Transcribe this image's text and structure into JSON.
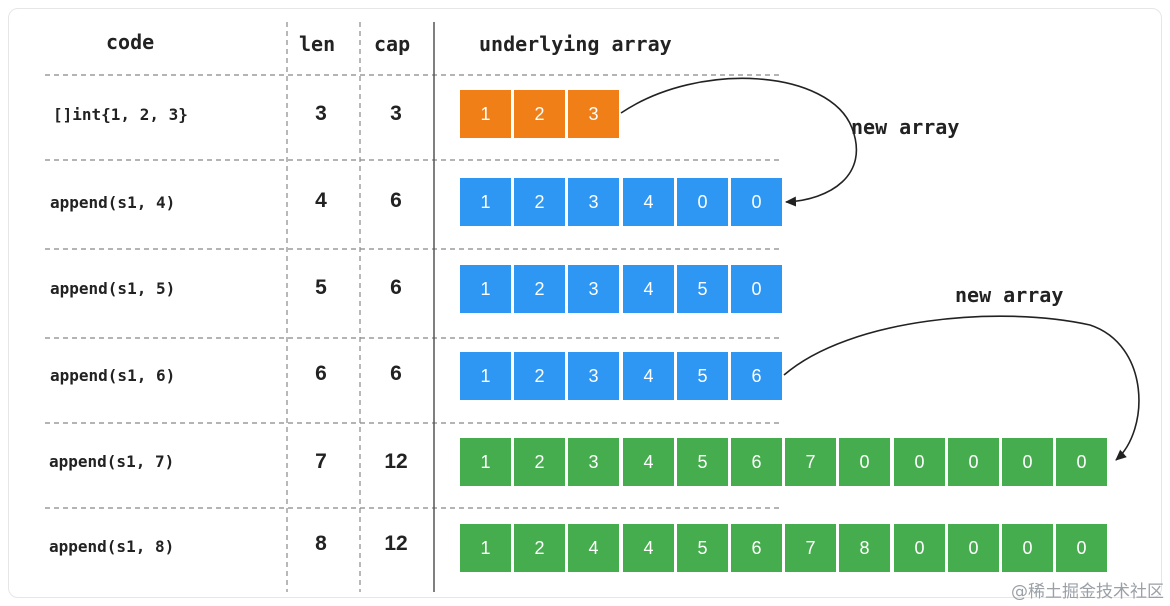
{
  "headers": {
    "code": "code",
    "len": "len",
    "cap": "cap",
    "array": "underlying array"
  },
  "rows": [
    {
      "code": "[]int{1, 2, 3}",
      "len": "3",
      "cap": "3",
      "color": "#f07f17",
      "cells": [
        "1",
        "2",
        "3"
      ]
    },
    {
      "code": "append(s1, 4)",
      "len": "4",
      "cap": "6",
      "color": "#2e97f3",
      "cells": [
        "1",
        "2",
        "3",
        "4",
        "0",
        "0"
      ]
    },
    {
      "code": "append(s1, 5)",
      "len": "5",
      "cap": "6",
      "color": "#2e97f3",
      "cells": [
        "1",
        "2",
        "3",
        "4",
        "5",
        "0"
      ]
    },
    {
      "code": "append(s1, 6)",
      "len": "6",
      "cap": "6",
      "color": "#2e97f3",
      "cells": [
        "1",
        "2",
        "3",
        "4",
        "5",
        "6"
      ]
    },
    {
      "code": "append(s1, 7)",
      "len": "7",
      "cap": "12",
      "color": "#46ad4e",
      "cells": [
        "1",
        "2",
        "3",
        "4",
        "5",
        "6",
        "7",
        "0",
        "0",
        "0",
        "0",
        "0"
      ]
    },
    {
      "code": "append(s1, 8)",
      "len": "8",
      "cap": "12",
      "color": "#46ad4e",
      "cells": [
        "1",
        "2",
        "4",
        "4",
        "5",
        "6",
        "7",
        "8",
        "0",
        "0",
        "0",
        "0"
      ]
    }
  ],
  "annotations": {
    "new_array_1": "new array",
    "new_array_2": "new array"
  },
  "watermark": "@稀土掘金技术社区"
}
